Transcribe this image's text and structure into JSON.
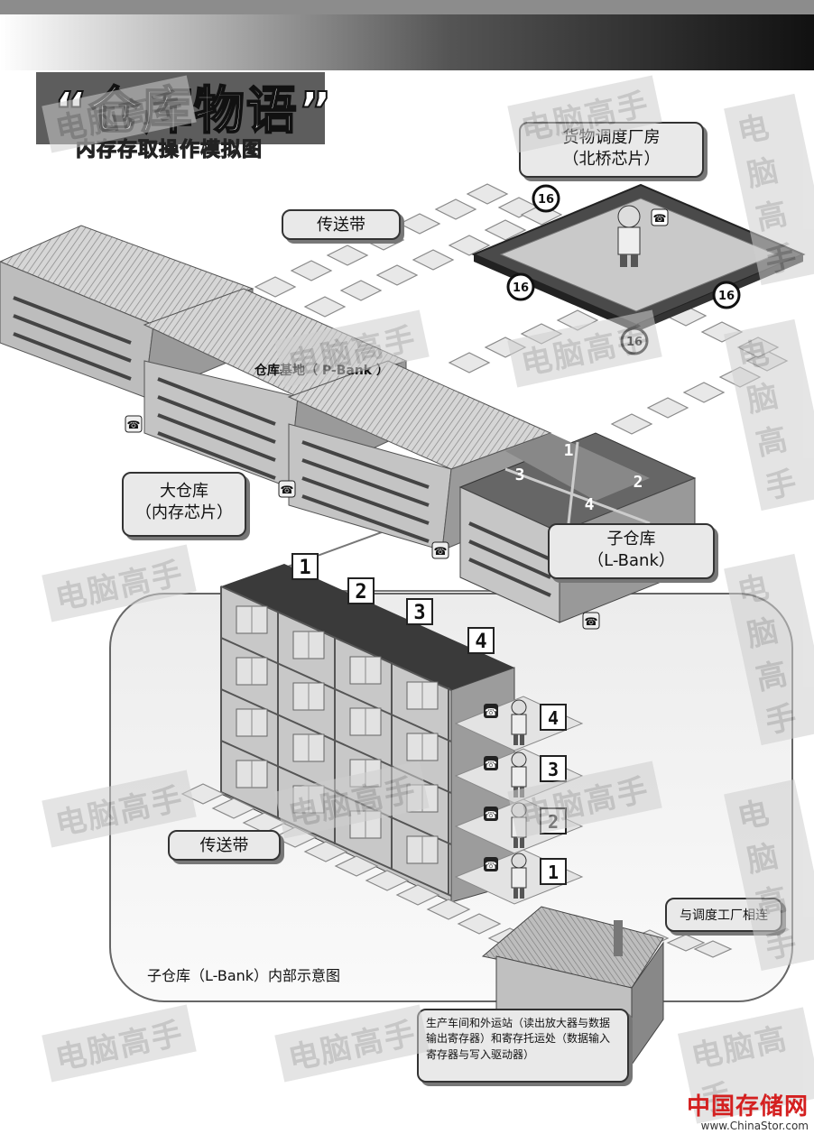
{
  "title": {
    "main": "“仓库物语”",
    "sub": "内存存取操作模拟图"
  },
  "callouts": {
    "northbridge": {
      "line1": "货物调度厂房",
      "line2": "（北桥芯片）"
    },
    "conveyor_top": "传送带",
    "pbank": "仓库基地（ P-Bank ）",
    "big_warehouse": {
      "line1": "大仓库",
      "line2": "（内存芯片）"
    },
    "sub_warehouse": {
      "line1": "子仓库",
      "line2": "（L-Bank）"
    },
    "conveyor_bottom": "传送带",
    "connect": "与调度工厂相连",
    "inner_caption": "子仓库（L-Bank）内部示意图",
    "workshop": "生产车间和外运站（读出放大器与数据输出寄存器）和寄存托运处（数据输入寄存器与写入驱动器）"
  },
  "badges": {
    "bus_width": "16"
  },
  "bank_numbers": [
    "1",
    "2",
    "3",
    "4"
  ],
  "watermark": "电脑高手",
  "footer": {
    "logo": "中国存储网",
    "url": "www.ChinaStor.com"
  }
}
